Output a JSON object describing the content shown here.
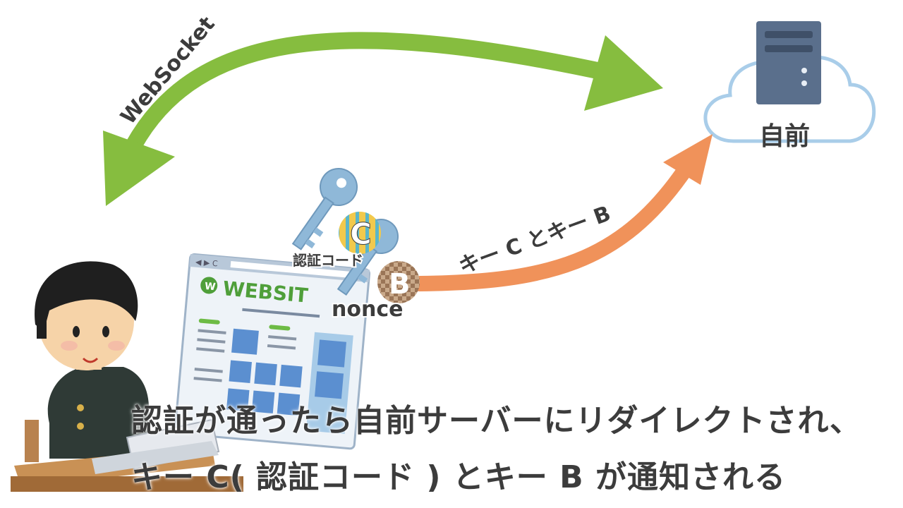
{
  "labels": {
    "websocket": "WebSocket",
    "server": "自前",
    "key_c_and_b": "キー C とキー B",
    "key_c_letter": "C",
    "key_b_letter": "B",
    "auth_code": "認証コード",
    "nonce": "nonce",
    "website_logo": "WEBSIT"
  },
  "caption": {
    "line1": "認証が通ったら自前サーバーにリダイレクトされ、",
    "line2": "キー C( 認証コード ) とキー B が通知される"
  },
  "colors": {
    "websocket_arrow": "#86bd3f",
    "notify_arrow": "#f0925a",
    "cloud_outline": "#a9cde9",
    "server": "#5a6f8c",
    "text": "#3c3c3c",
    "key": "#8fb8d8"
  },
  "icons": {
    "server": "server-cloud-icon",
    "person": "student-laptop-icon",
    "website": "website-browser-icon",
    "key_c": "key-c-icon",
    "key_b": "key-b-icon"
  }
}
